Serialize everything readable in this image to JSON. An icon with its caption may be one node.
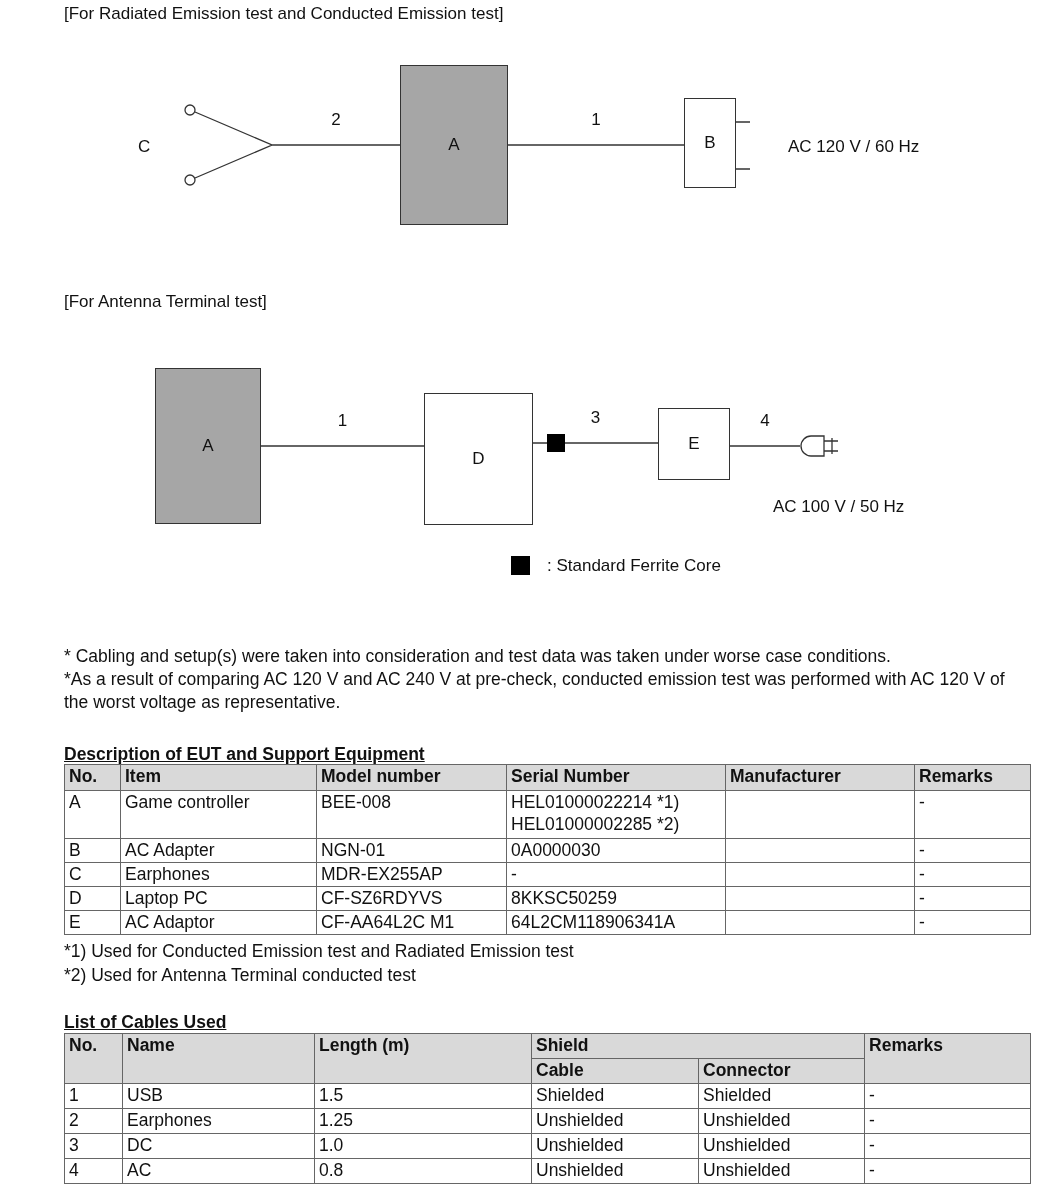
{
  "diagram": {
    "nodes": [
      {
        "text": [],
        "shape": "picture",
        "beside": [
          "C"
        ]
      },
      {
        "text": [
          "A"
        ]
      },
      {
        "text": [
          "B"
        ],
        "beside": [
          "AC 120 V / 60 Hz"
        ]
      },
      {
        "text": [
          "A"
        ]
      },
      {
        "text": [
          "D"
        ]
      },
      {
        "text": [
          "E"
        ]
      },
      {
        "text": [],
        "shape": "plug",
        "beside": [
          "AC 100 V / 50 Hz"
        ]
      }
    ],
    "edges": [
      {
        "from": 1,
        "to": 0,
        "arrow": "none",
        "label": "2"
      },
      {
        "from": 1,
        "to": 2,
        "arrow": "none",
        "label": "1"
      },
      {
        "from": 3,
        "to": 4,
        "arrow": "none",
        "label": "1"
      },
      {
        "from": 4,
        "to": 5,
        "arrow": "none",
        "label": "3"
      },
      {
        "from": 5,
        "to": 6,
        "arrow": "none",
        "label": "4"
      }
    ],
    "labels": [
      "[For Radiated Emission test and Conducted Emission test]",
      "[For Antenna Terminal test]",
      "* Cabling and setup(s) were taken into consideration and test data was taken under worse case conditions.",
      "*As a result of comparing AC 120 V and AC 240 V at pre-check, conducted emission test was performed with AC 120 V of the worst voltage as representative.",
      "Description of EUT and Support Equipment",
      "No.",
      "Item",
      "Model number",
      "Serial Number",
      "Manufacturer",
      "Remarks",
      "A",
      "Game controller",
      "BEE-008",
      "HEL01000022214 *1)",
      "HEL01000002285 *2)",
      "-",
      "B",
      "AC Adapter",
      "NGN-01",
      "0A0000030",
      "-",
      "C",
      "Earphones",
      "MDR-EX255AP",
      "-",
      "-",
      "D",
      "Laptop PC",
      "CF-SZ6RDYVS",
      "8KKSC50259",
      "-",
      "E",
      "AC Adaptor",
      "CF-AA64L2C M1",
      "64L2CM118906341A",
      "-",
      "*1) Used for Conducted Emission test and Radiated Emission test",
      "*2) Used for Antenna Terminal conducted test",
      "List of Cables Used",
      "No.",
      "Name",
      "Length (m)",
      "Shield",
      "Remarks",
      "Cable",
      "Connector",
      "1",
      "USB",
      "1.5",
      "Shielded",
      "Shielded",
      "-",
      "2",
      "Earphones",
      "1.25",
      "Unshielded",
      "Unshielded",
      "-",
      "3",
      "DC",
      "1.0",
      "Unshielded",
      "Unshielded",
      "-",
      "4",
      "AC",
      "0.8",
      "Unshielded",
      "Unshielded",
      "-"
    ],
    "legend": [
      {
        "text": ": Standard Ferrite Core",
        "color": "#000000"
      }
    ]
  }
}
